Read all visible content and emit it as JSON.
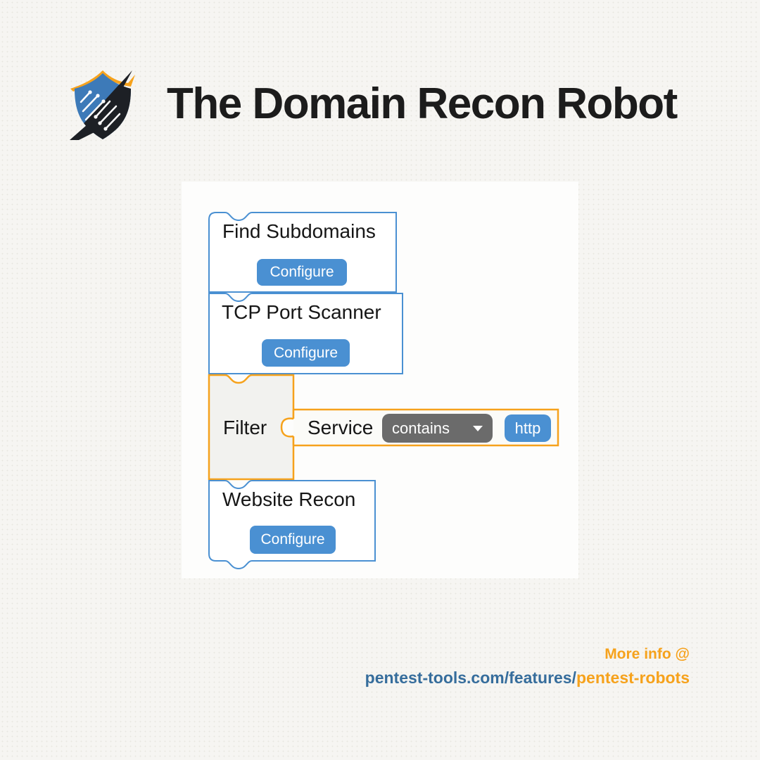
{
  "header": {
    "title": "The Domain Recon Robot"
  },
  "logo": {
    "icon": "shield-circuit-logo",
    "colors": {
      "blue": "#3d7ab8",
      "black": "#1d2025",
      "orange": "#f6a21c"
    }
  },
  "workflow": {
    "blocks": [
      {
        "id": "find-subdomains",
        "label": "Find Subdomains",
        "button": "Configure",
        "border_color": "#4a90d2"
      },
      {
        "id": "tcp-port-scanner",
        "label": "TCP Port Scanner",
        "button": "Configure",
        "border_color": "#4a90d2"
      },
      {
        "id": "filter",
        "label": "Filter",
        "border_color": "#f6a21c",
        "condition": {
          "field": "Service",
          "operator": "contains",
          "operator_icon": "dropdown-arrow",
          "value": "http"
        }
      },
      {
        "id": "website-recon",
        "label": "Website Recon",
        "button": "Configure",
        "border_color": "#4a90d2"
      }
    ]
  },
  "footer": {
    "more_info": "More info @",
    "link_base": "pentest-tools.com/features/",
    "link_highlight": "pentest-robots"
  },
  "colors": {
    "accent_blue": "#4a90d2",
    "orange": "#f6a21c",
    "footer_blue": "#366d9c",
    "filter_fill": "#f2f2ef",
    "page_bg": "#f6f5f2",
    "panel_bg": "#fdfdfc",
    "dropdown_gray": "#6b6b6b",
    "title_color": "#1c1c1c"
  }
}
